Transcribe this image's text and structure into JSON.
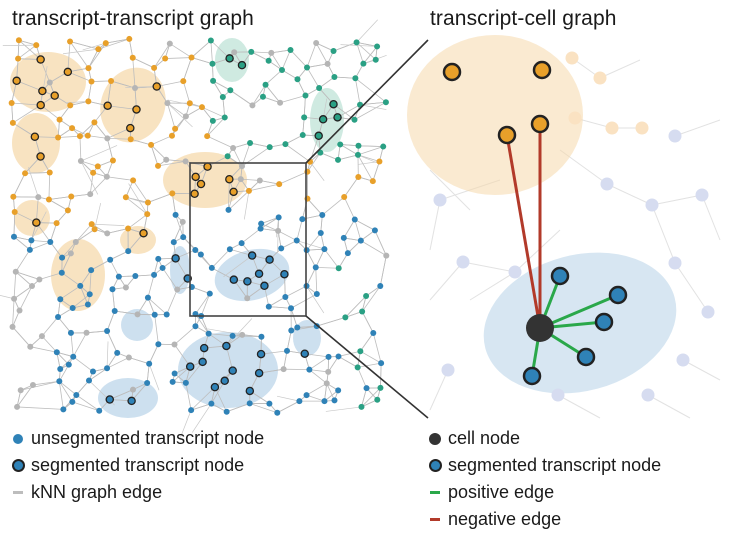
{
  "titles": {
    "left": "transcript-transcript graph",
    "right": "transcript-cell graph"
  },
  "legend_left": [
    {
      "label": "unsegmented transcript node",
      "symbol": "blue-dot-icon"
    },
    {
      "label": "segmented transcript node",
      "symbol": "blue-ringed-dot-icon"
    },
    {
      "label": "kNN graph edge",
      "symbol": "grey-edge-icon"
    }
  ],
  "legend_right": [
    {
      "label": "cell node",
      "symbol": "black-dot-icon"
    },
    {
      "label": "segmented transcript node",
      "symbol": "blue-ringed-dot-icon"
    },
    {
      "label": "positive edge",
      "symbol": "green-edge-icon"
    },
    {
      "label": "negative edge",
      "symbol": "red-edge-icon"
    }
  ],
  "colors": {
    "orange": "#e8a02a",
    "blue": "#2f82b7",
    "green": "#2aa084",
    "grey": "#b5b5b5",
    "orange_region": "#f6d9ac",
    "blue_region": "#bcd5ea",
    "green_region": "#bfe3d7",
    "positive_edge": "#2aa84a",
    "negative_edge": "#b23a2a",
    "cell": "#333333"
  }
}
